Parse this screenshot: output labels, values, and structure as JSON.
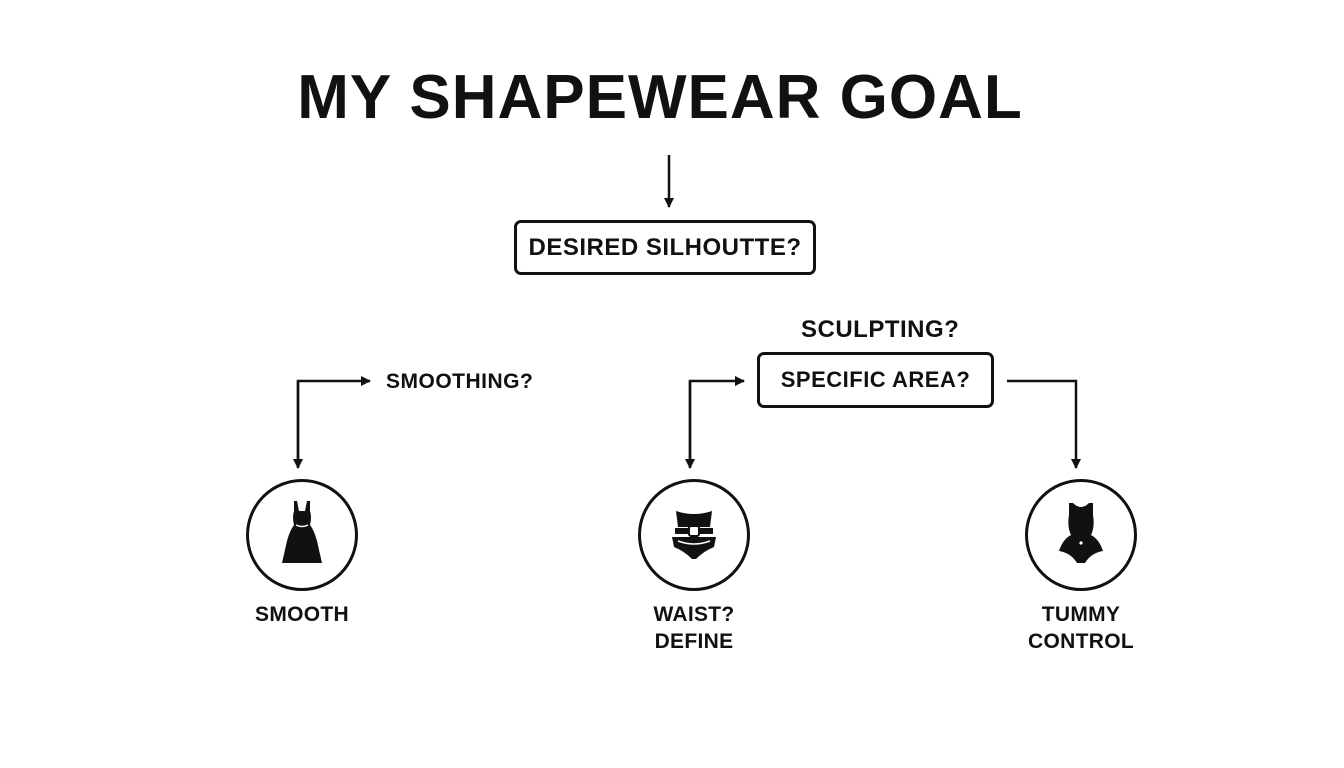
{
  "title": "MY SHAPEWEAR GOAL",
  "nodes": {
    "desired": "DESIRED SILHOUTTE?",
    "smoothing": "SMOOTHING?",
    "sculpting": "SCULPTING?",
    "specific_area": "SPECIFIC AREA?"
  },
  "outcomes": [
    {
      "lines": [
        "SMOOTH"
      ],
      "icon": "dress-icon"
    },
    {
      "lines": [
        "WAIST?",
        "DEFINE"
      ],
      "icon": "waist-belt-icon"
    },
    {
      "lines": [
        "TUMMY",
        "CONTROL"
      ],
      "icon": "bodysuit-icon"
    }
  ],
  "colors": {
    "ink": "#111111",
    "background": "#ffffff"
  }
}
